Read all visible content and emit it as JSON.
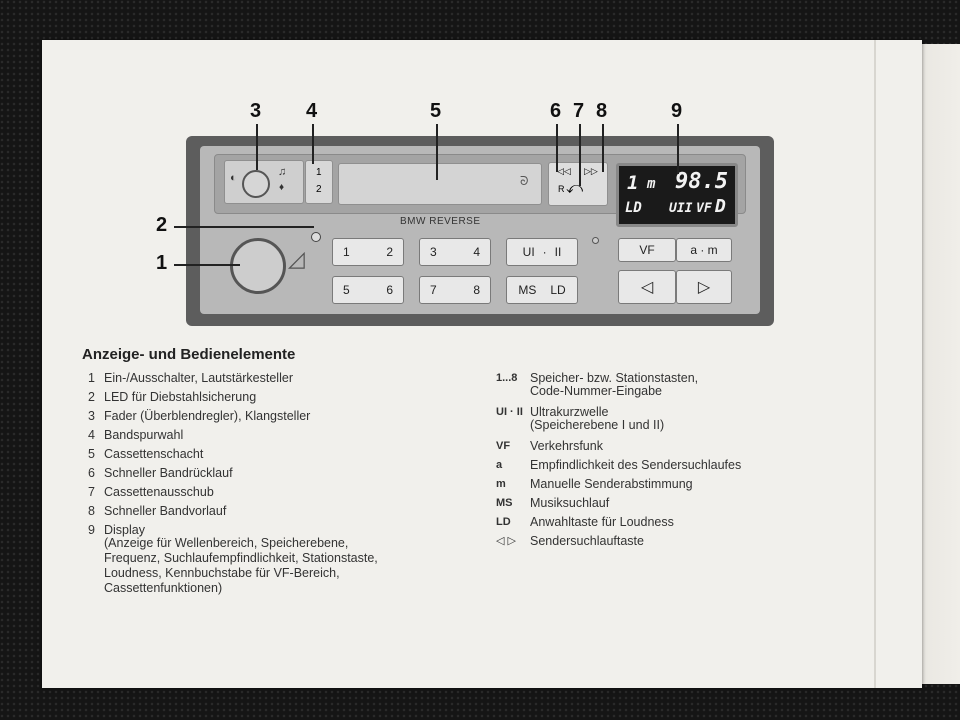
{
  "brand": "BMW REVERSE",
  "callouts": [
    "1",
    "2",
    "3",
    "4",
    "5",
    "6",
    "7",
    "8",
    "9"
  ],
  "display": {
    "band": "1",
    "mode": "m",
    "freq": "98.5",
    "ld": "LD",
    "ul": "UII",
    "vf": "VF",
    "vf_letter": "D"
  },
  "buttons": {
    "tape_1": "1",
    "tape_2": "2",
    "p1_left": "1",
    "p1_right": "2",
    "p2_left": "3",
    "p2_right": "4",
    "p3_left": "5",
    "p3_right": "6",
    "p4_left": "7",
    "p4_right": "8",
    "ul_left": "UI",
    "ul_mid": "·",
    "ul_right": "II",
    "ms": "MS",
    "ld": "LD",
    "vf": "VF",
    "am": "a · m",
    "seek_left": "◁",
    "seek_right": "▷",
    "rew": "◁◁",
    "ff": "▷▷",
    "r": "R"
  },
  "heading": "Anzeige- und Bedienelemente",
  "items_left": [
    {
      "num": "1",
      "text": "Ein-/Ausschalter, Lautstärkesteller"
    },
    {
      "num": "2",
      "text": "LED für Diebstahlsicherung"
    },
    {
      "num": "3",
      "text": "Fader (Überblendregler), Klangsteller"
    },
    {
      "num": "4",
      "text": "Bandspurwahl"
    },
    {
      "num": "5",
      "text": "Cassettenschacht"
    },
    {
      "num": "6",
      "text": "Schneller Bandrücklauf"
    },
    {
      "num": "7",
      "text": "Cassettenausschub"
    },
    {
      "num": "8",
      "text": "Schneller Bandvorlauf"
    },
    {
      "num": "9",
      "text": "Display"
    }
  ],
  "item9_sub": [
    "(Anzeige für Wellenbereich, Speicherebene,",
    "Frequenz, Suchlaufempfindlichkeit, Stationstaste,",
    "Loudness, Kennbuchstabe für VF-Bereich,",
    "Cassettenfunktionen)"
  ],
  "items_right": [
    {
      "abbr": "1...8",
      "text": "Speicher- bzw. Stationstasten,",
      "sub": "Code-Nummer-Eingabe"
    },
    {
      "abbr": "UI · II",
      "text": "Ultrakurzwelle",
      "sub": "(Speicherebene I und II)"
    },
    {
      "abbr": "VF",
      "text": "Verkehrsfunk"
    },
    {
      "abbr": "a",
      "text": "Empfindlichkeit des Sendersuchlaufes"
    },
    {
      "abbr": "m",
      "text": "Manuelle Senderabstimmung"
    },
    {
      "abbr": "MS",
      "text": "Musiksuchlauf"
    },
    {
      "abbr": "LD",
      "text": "Anwahltaste für Loudness"
    },
    {
      "abbr": "◁ ▷",
      "text": "Sendersuchlauftaste"
    }
  ]
}
